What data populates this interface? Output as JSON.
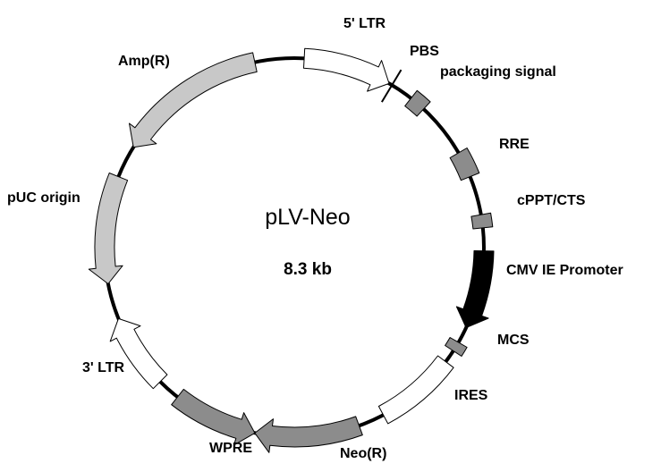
{
  "plasmid": {
    "name": "pLV-Neo",
    "size": "8.3 kb"
  },
  "labels": {
    "ltr5": "5' LTR",
    "pbs": "PBS",
    "packaging": "packaging signal",
    "rre": "RRE",
    "cppt": "cPPT/CTS",
    "cmv": "CMV IE Promoter",
    "mcs": "MCS",
    "ires": "IRES",
    "neo": "Neo(R)",
    "wpre": "WPRE",
    "ltr3": "3' LTR",
    "puc": "pUC origin",
    "amp": "Amp(R)"
  },
  "colors": {
    "white_feature": "#ffffff",
    "light_gray_feature": "#c8c8c8",
    "medium_gray_feature": "#8c8c8c",
    "dark_feature": "#000000",
    "backbone": "#000000"
  }
}
